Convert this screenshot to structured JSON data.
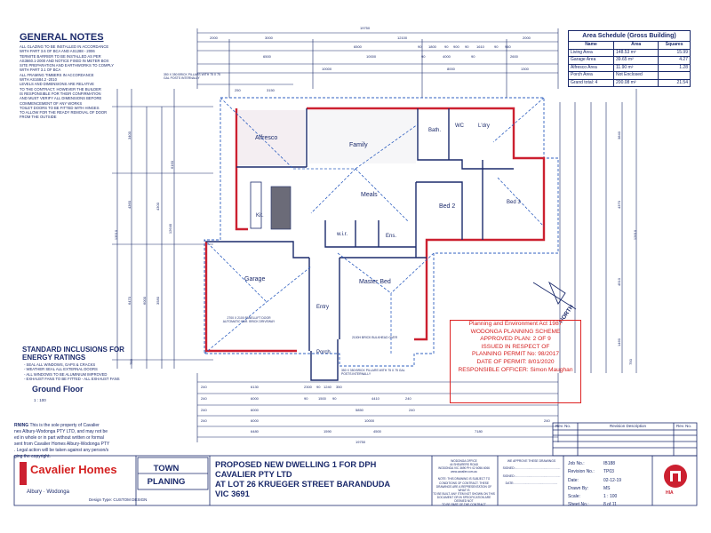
{
  "general_notes": {
    "title": "GENERAL NOTES",
    "lines": [
      "ALL GLAZING TO BE INSTALLED IN ACCORDANCE",
      "WITH PART 3.6 OF BCA AND AS1288 - 2006",
      "TERMITE BARRIER TO BE INSTALLED AS PER",
      "AS3660.1-2000 AND NOTICE FIXED IN METER BOX",
      "SITE PREPARATION AND EARTHWORKS TO COMPLY",
      "WITH PART 3.1 OF BCA",
      "ALL FRAMING TIMBERS IN ACCORDANCE",
      "WITH AS1684.2 -2010",
      "LEVELS AND DIMENSIONS ARE RELATIVE",
      "TO THE CONTRACT. HOWEVER THE BUILDER",
      "IS RESPONSIBLE FOR THEIR CONFIRMATION",
      "AND MUST VERIFY ALL DIMENSIONS BEFORE",
      "COMMENCEMENT OF ANY WORKS",
      "TOILET DOORS TO BE FITTED WITH HINGES",
      "TO ALLOW FOR THE READY REMOVAL OF DOOR",
      "FROM THE OUTSIDE"
    ]
  },
  "area_schedule": {
    "title": "Area Schedule (Gross Building)",
    "headers": [
      "Name",
      "Area",
      "Squares"
    ],
    "rows": [
      [
        "Living Area",
        "148.53 m²",
        "15.99"
      ],
      [
        "Garage Area",
        "39.65 m²",
        "4.27"
      ],
      [
        "Alfresco Area",
        "11.90 m²",
        "1.28"
      ],
      [
        "Porch Area",
        "Not Enclosed",
        ""
      ],
      [
        "Grand total: 4",
        "200.08 m²",
        "21.54"
      ]
    ]
  },
  "rooms": {
    "alfresco": "Alfresco",
    "family": "Family",
    "bath": "Bath.",
    "wc": "WC",
    "ldry": "L'dry",
    "meals": "Meals",
    "kit": "Kit.",
    "bed2": "Bed 2",
    "bed3": "Bed 3",
    "wir": "w.i.r.",
    "ens": "Ens.",
    "garage": "Garage",
    "master": "Master Bed",
    "entry": "Entry",
    "porch": "Porch"
  },
  "dimensions": {
    "top_overall": "19750",
    "top_row1": [
      "2000",
      "3000",
      "12100",
      "2000"
    ],
    "top_row2": [
      "6500",
      "90",
      "1800",
      "90",
      "900",
      "90",
      "1610",
      "90",
      "960"
    ],
    "top_row3": [
      "6500",
      "10000",
      "90",
      "4000",
      "90",
      "2600"
    ],
    "top_row4": [
      "10000",
      "8000",
      "1300"
    ],
    "top_row5": [
      "250",
      "3150"
    ],
    "left_overall": "13510",
    "left": [
      "3400",
      "4360",
      "6470",
      "6000",
      "750"
    ],
    "left_inner": [
      "6160",
      "12640",
      "4300",
      "3580"
    ],
    "right_overall": "12610",
    "right": [
      "3840",
      "4370",
      "4510",
      "1460",
      "750"
    ],
    "bottom_row1": [
      "240",
      "6130",
      "2300",
      "90",
      "1240",
      "350"
    ],
    "bottom_row2": [
      "240",
      "6000",
      "90",
      "1500",
      "90",
      "4410",
      "240"
    ],
    "bottom_row3": [
      "240",
      "6000",
      "5850",
      "240"
    ],
    "bottom_row4": [
      "240",
      "6000",
      "10000",
      "240"
    ],
    "bottom_row5": [
      "6480",
      "1590",
      "4500",
      "7180"
    ],
    "bottom_overall": "19750"
  },
  "notes_on_plan": {
    "brick_pillars_top": "350 X 350 BRICK PILLARS WITH 75 X 75 GAL POSTS INTERNALLY",
    "garage_door": "2700 X 2100 PANELLIFT DOOR AUTOMATIC BAR. BRICK DRIVEWAY",
    "brick_bulkhead": "2100H BRICK BULKHEAD OVER",
    "brick_pillars_bottom": "350 X 350 BRICK PILLARS WITH 75 X 75 GAL POSTS INTERNALLY",
    "north": "NORTH"
  },
  "standard_inclusions": {
    "title": "STANDARD INCLUSIONS FOR ENERGY RATINGS",
    "lines": [
      "- SEAL ALL WINDOWS, GAPS & CRACKS",
      "- WEATHER SEAL ALL EXTERNAL DOORS",
      "- ALL WINDOWS TO BE ALUMINIUM IMPROVED",
      "- EXHAUST FANS TO BE FITTED - ALL EXHAUST FANS"
    ]
  },
  "drawing": {
    "title": "Ground Floor",
    "scale": "1 : 100"
  },
  "stamp": {
    "lines": [
      "Planning and Environment Act 1987",
      "WODONGA PLANNING SCHEME",
      "APPROVED PLAN: 2 OF 9",
      "ISSUED IN RESPECT OF",
      "PLANNING PERMIT No: 98/2017",
      "DATE OF PERMIT: 8/01/2020",
      "RESPONSIBLE OFFICER: Simon Maughan"
    ]
  },
  "copyright": {
    "warning_label": "RNING",
    "lines": [
      "This is the sole property of Cavalier",
      "nes Albury-Wodonga PTY LTD, and may not be",
      "ed in whole or in part without written or formal",
      "sent from Cavalier Homes Albury-Wodonga PTY",
      ". Legal action will be taken against any person/s",
      "ging the copyright."
    ]
  },
  "title_block": {
    "logo_main": "Cavalier Homes",
    "logo_sub": "Albury · Wodonga",
    "design_type": "Design Type: CUSTOM DESIGN",
    "stage": "TOWN PLANING",
    "project_lines": [
      "PROPOSED NEW DWELLING 1 FOR DPH",
      "CAVALIER PTY LTD",
      "AT LOT 26 KRUEGER STREET BARANDUDA",
      "VIC 3691"
    ],
    "office_lines": [
      "WODONGA OFFICE",
      "44 SHEARERS ROAD",
      "WODONGA VIC 3690 PH: 02 6056 4066",
      "www.cavalier.com.au",
      "",
      "NOTE: THIS DRAWING IS SUBJECT TO",
      "CONDITIONS OF CONTRACT. THESE",
      "DRAWINGS ARE A REPRESENTATION OF WHAT IS",
      "TO BE BUILT. ANY ITEM NOT SHOWN ON THIS",
      "DOCUMENT OR IN SPECIFICATION ARE DEEMED NOT",
      "TO BE PART OF THE CONTRACT"
    ],
    "approve_lines": [
      "WE APPROVE THESE DRAWINGS",
      "",
      "SIGNED:......................................................",
      "",
      "SIGNED:......................................................",
      "",
      "DATE:...................................................."
    ],
    "job_info": [
      {
        "k": "Job No.:",
        "v": "IB188"
      },
      {
        "k": "Revision No.:",
        "v": "TP03"
      },
      {
        "k": "Date:",
        "v": "02-12-19"
      },
      {
        "k": "Drawn By:",
        "v": "MS"
      },
      {
        "k": "Scale:",
        "v": "1 : 100"
      },
      {
        "k": "Sheet No.:",
        "v": "8 of 11"
      }
    ],
    "revision_headers": [
      "Rev. No.",
      "Revision Description",
      "Rev. No."
    ],
    "hia_label": "HIA"
  },
  "colors": {
    "ink": "#1b2a6b",
    "red_wall": "#cc2030",
    "stamp_red": "#d42020",
    "dash_blue": "#3060c0"
  }
}
